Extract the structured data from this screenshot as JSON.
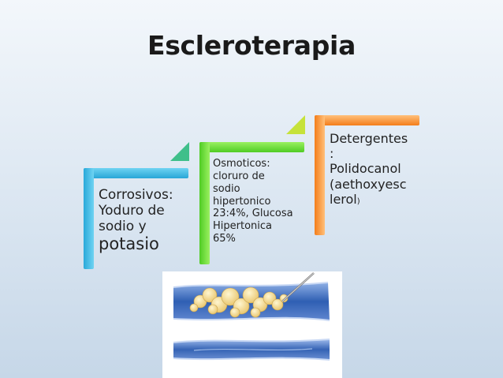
{
  "slide": {
    "title": "Escleroterapia"
  },
  "steps": [
    {
      "lines": [
        "Corrosivos:",
        "Yoduro de",
        "sodio y"
      ],
      "big_line": "potasio",
      "color": "#28a6d7"
    },
    {
      "lines": [
        "Osmoticos:",
        "cloruro de",
        "sodio",
        "hipertonico",
        "23:4%, Glucosa",
        "Hipertonica",
        "65%"
      ],
      "color": "#4fcc24"
    },
    {
      "lines": [
        "Detergentes",
        ":",
        "Polidocanol",
        "(aethoxyesc"
      ],
      "last_main": "lerol",
      "last_small": ")",
      "color": "#f47d1a"
    }
  ],
  "arrows": {
    "arrow1_color": "#3fbf8a",
    "arrow2_color": "#c6e23a"
  },
  "illustration": {
    "icon": "vein-sclerotherapy-illustration"
  }
}
